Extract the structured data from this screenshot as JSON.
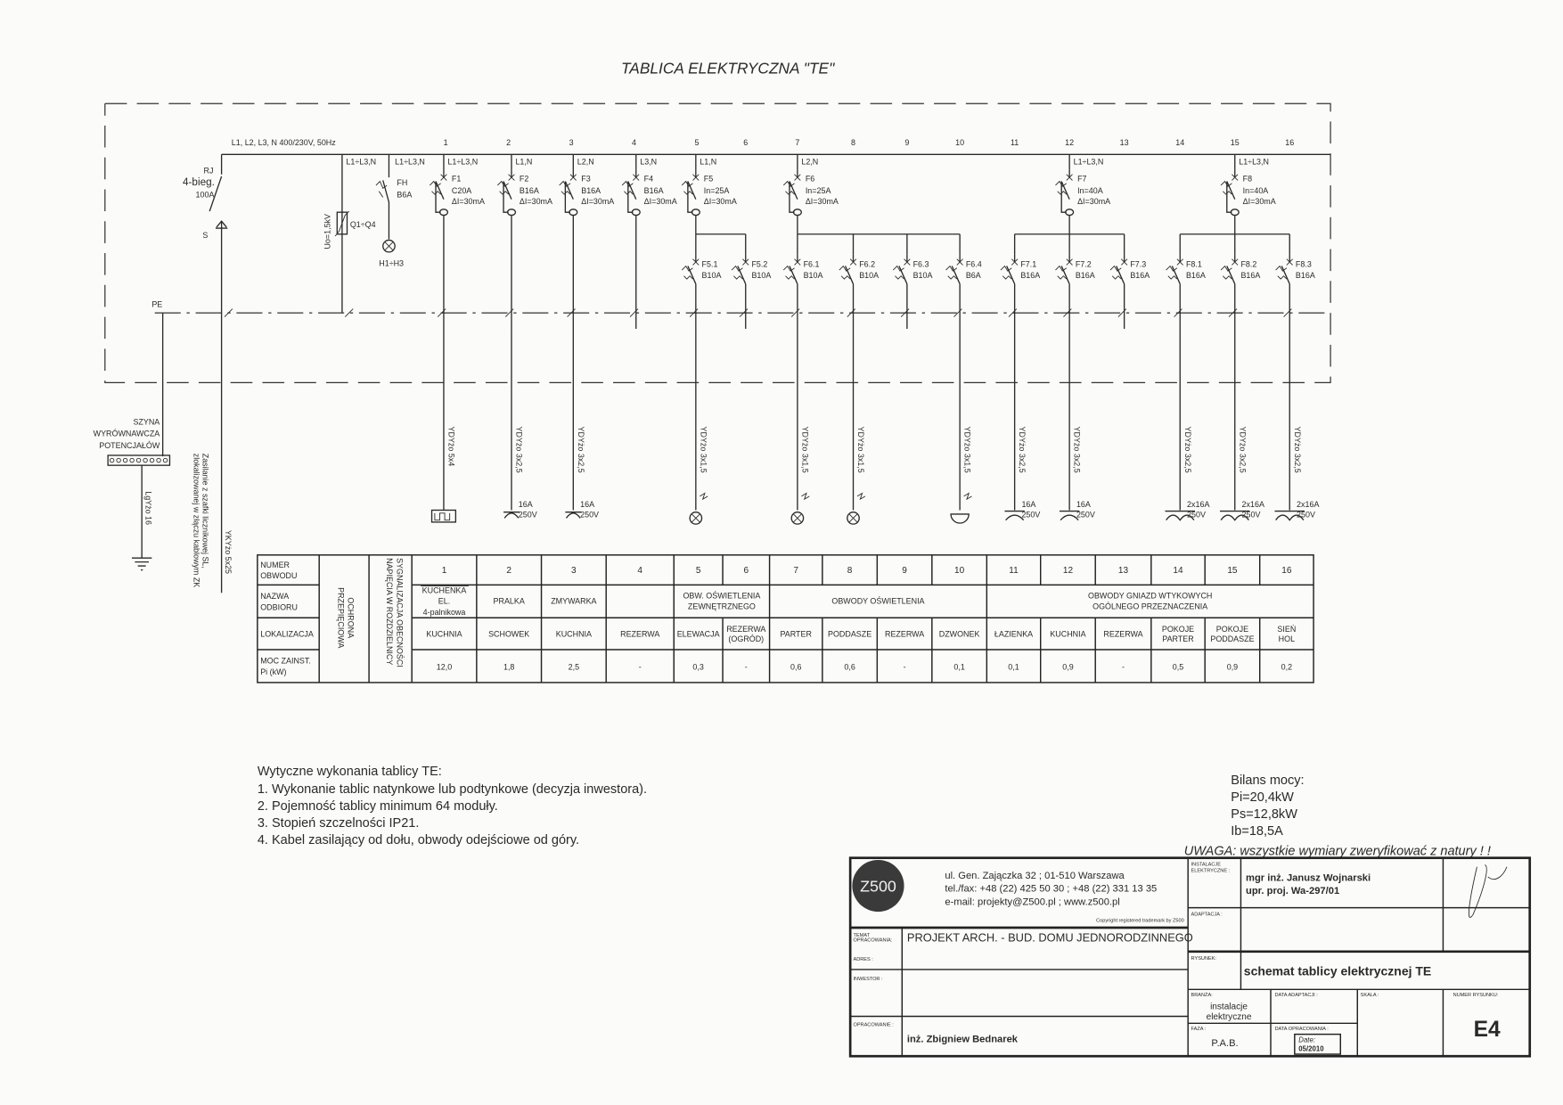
{
  "title": "TABLICA ELEKTRYCZNA \"TE\"",
  "supply_label": "L1, L2, L3, N  400/230V, 50Hz",
  "circuit_numbers": [
    "1",
    "2",
    "3",
    "4",
    "5",
    "6",
    "7",
    "8",
    "9",
    "10",
    "11",
    "12",
    "13",
    "14",
    "15",
    "16"
  ],
  "main_switch": {
    "id": "RJ",
    "type": "4-bieg.",
    "rating": "100A",
    "indicator": "S"
  },
  "surge": {
    "phase": "L1÷L3,N",
    "id": "Q1÷Q4",
    "voltage": "Uo=1,5kV"
  },
  "signal_fuse": {
    "phase": "L1÷L3,N",
    "id": "FH",
    "rating": "B6A",
    "lamps": "H1÷H3"
  },
  "main_breakers": [
    {
      "circuit": "1",
      "phase": "L1÷L3,N",
      "id": "F1",
      "rating": "C20A",
      "residual": "ΔI=30mA"
    },
    {
      "circuit": "2",
      "phase": "L1,N",
      "id": "F2",
      "rating": "B16A",
      "residual": "ΔI=30mA"
    },
    {
      "circuit": "3",
      "phase": "L2,N",
      "id": "F3",
      "rating": "B16A",
      "residual": "ΔI=30mA"
    },
    {
      "circuit": "4",
      "phase": "L3,N",
      "id": "F4",
      "rating": "B16A",
      "residual": "ΔI=30mA"
    },
    {
      "circuit": "5",
      "phase": "L1,N",
      "id": "F5",
      "rating": "In=25A",
      "residual": "ΔI=30mA"
    },
    {
      "circuit": "7",
      "phase": "L2,N",
      "id": "F6",
      "rating": "In=25A",
      "residual": "ΔI=30mA"
    },
    {
      "circuit": "12",
      "phase": "L1÷L3,N",
      "id": "F7",
      "rating": "In=40A",
      "residual": "ΔI=30mA"
    },
    {
      "circuit": "15",
      "phase": "L1÷L3,N",
      "id": "F8",
      "rating": "In=40A",
      "residual": "ΔI=30mA"
    }
  ],
  "sub_breakers": [
    {
      "circuit": "5",
      "id": "F5.1",
      "rating": "B10A"
    },
    {
      "circuit": "6",
      "id": "F5.2",
      "rating": "B10A"
    },
    {
      "circuit": "7",
      "id": "F6.1",
      "rating": "B10A"
    },
    {
      "circuit": "8",
      "id": "F6.2",
      "rating": "B10A"
    },
    {
      "circuit": "9",
      "id": "F6.3",
      "rating": "B10A"
    },
    {
      "circuit": "10",
      "id": "F6.4",
      "rating": "B6A"
    },
    {
      "circuit": "11",
      "id": "F7.1",
      "rating": "B16A"
    },
    {
      "circuit": "12",
      "id": "F7.2",
      "rating": "B16A"
    },
    {
      "circuit": "13",
      "id": "F7.3",
      "rating": "B16A"
    },
    {
      "circuit": "14",
      "id": "F8.1",
      "rating": "B16A"
    },
    {
      "circuit": "15",
      "id": "F8.2",
      "rating": "B16A"
    },
    {
      "circuit": "16",
      "id": "F8.3",
      "rating": "B16A"
    }
  ],
  "pe_label": "PE",
  "cables": [
    {
      "circuit": "1",
      "type": "YDYżo 5x4",
      "load": "cooker"
    },
    {
      "circuit": "2",
      "type": "YDYżo 3x2,5",
      "load": "socket",
      "l1": "16A",
      "l2": "250V"
    },
    {
      "circuit": "3",
      "type": "YDYżo 3x2,5",
      "load": "socket",
      "l1": "16A",
      "l2": "250V"
    },
    {
      "circuit": "5",
      "type": "YDYżo 3x1,5",
      "load": "lamp"
    },
    {
      "circuit": "7",
      "type": "YDYżo 3x1,5",
      "load": "lamp"
    },
    {
      "circuit": "8",
      "type": "YDYżo 3x1,5",
      "load": "lamp"
    },
    {
      "circuit": "10",
      "type": "YDYżo 3x1,5",
      "load": "bell"
    },
    {
      "circuit": "11",
      "type": "YDYżo 3x2,5",
      "load": "socket-plain",
      "l1": "16A",
      "l2": "250V"
    },
    {
      "circuit": "12",
      "type": "YDYżo 3x2,5",
      "load": "socket-plain",
      "l1": "16A",
      "l2": "250V"
    },
    {
      "circuit": "14",
      "type": "YDYżo 3x2,5",
      "load": "double-socket",
      "l1": "2x16A",
      "l2": "250V"
    },
    {
      "circuit": "15",
      "type": "YDYżo 3x2,5",
      "load": "double-socket",
      "l1": "2x16A",
      "l2": "250V"
    },
    {
      "circuit": "16",
      "type": "YDYżo 3x2,5",
      "load": "double-socket",
      "l1": "2x16A",
      "l2": "250V"
    }
  ],
  "busbar": {
    "line1": "SZYNA",
    "line2": "WYRÓWNAWCZA",
    "line3": "POTENCJAŁÓW",
    "cable": "LgYżo 16"
  },
  "supply": {
    "cable": "YKYżo 5x25",
    "note1": "Zasilanie z szafki licznikowej SL,",
    "note2": "zlokalizowanej w złączu kablowym ZK"
  },
  "table": {
    "row_labels": [
      [
        "NUMER",
        "OBWODU"
      ],
      [
        "NAZWA",
        "ODBIORU"
      ],
      [
        "LOKALIZACJA"
      ],
      [
        "MOC ZAINST.",
        "Pi (kW)"
      ]
    ],
    "col_ochrona": [
      "OCHRONA",
      "PRZEPIĘCIOWA"
    ],
    "col_sygnal": [
      "SYGNALIZACJA OBECNOŚCI",
      "NAPIĘCIA W ROZDZIELNICY"
    ],
    "numbers": [
      "1",
      "2",
      "3",
      "4",
      "5",
      "6",
      "7",
      "8",
      "9",
      "10",
      "11",
      "12",
      "13",
      "14",
      "15",
      "16"
    ],
    "names": [
      {
        "span": 1,
        "lines": [
          "KUCHENKA",
          "EL.",
          "4-palnikowa"
        ]
      },
      {
        "span": 1,
        "lines": [
          "PRALKA"
        ]
      },
      {
        "span": 1,
        "lines": [
          "ZMYWARKA"
        ]
      },
      {
        "span": 1,
        "lines": [
          ""
        ]
      },
      {
        "span": 2,
        "lines": [
          "OBW. OŚWIETLENIA",
          "ZEWNĘTRZNEGO"
        ]
      },
      {
        "span": 4,
        "lines": [
          "OBWODY OŚWIETLENIA"
        ]
      },
      {
        "span": 6,
        "lines": [
          "OBWODY GNIAZD WTYKOWYCH",
          "OGÓLNEGO PRZEZNACZENIA"
        ]
      }
    ],
    "locations": [
      [
        "KUCHNIA"
      ],
      [
        "SCHOWEK"
      ],
      [
        "KUCHNIA"
      ],
      [
        "REZERWA"
      ],
      [
        "ELEWACJA"
      ],
      [
        "REZERWA",
        "(OGRÓD)"
      ],
      [
        "PARTER"
      ],
      [
        "PODDASZE"
      ],
      [
        "REZERWA"
      ],
      [
        "DZWONEK"
      ],
      [
        "ŁAZIENKA"
      ],
      [
        "KUCHNIA"
      ],
      [
        "REZERWA"
      ],
      [
        "POKOJE",
        "PARTER"
      ],
      [
        "POKOJE",
        "PODDASZE"
      ],
      [
        "SIEŃ",
        "HOL"
      ]
    ],
    "power": [
      "12,0",
      "1,8",
      "2,5",
      "-",
      "0,3",
      "-",
      "0,6",
      "0,6",
      "-",
      "0,1",
      "0,1",
      "0,9",
      "-",
      "0,5",
      "0,9",
      "0,2"
    ]
  },
  "notes": {
    "heading": "Wytyczne wykonania tablicy TE:",
    "items": [
      "1. Wykonanie tablic natynkowe lub podtynkowe (decyzja inwestora).",
      "2. Pojemność tablicy minimum 64 moduły.",
      "3. Stopień szczelności IP21.",
      "4. Kabel zasilający od dołu, obwody odejściowe od góry."
    ]
  },
  "balance": {
    "heading": "Bilans mocy:",
    "pi": "Pi=20,4kW",
    "ps": "Ps=12,8kW",
    "ib": "Ib=18,5A"
  },
  "warning": "UWAGA: wszystkie wymiary zweryfikować z natury ! !",
  "title_block": {
    "logo": "Z500",
    "address": "ul. Gen. Zajączka 32 ;  01-510 Warszawa",
    "phone": "tel./fax: +48 (22) 425 50 30 ; +48 (22) 331 13 35",
    "email": "e-mail:  projekty@Z500.pl  ;  www.z500.pl",
    "copyright": "Copyright registered trademark by Z500",
    "temat_label": [
      "TEMAT",
      "OPRACOWANIA:"
    ],
    "temat": "PROJEKT ARCH. - BUD. DOMU JEDNORODZINNEGO",
    "adres_label": "ADRES :",
    "inwestor_label": "INWESTOR :",
    "opracowanie_label": "OPRACOWANIE :",
    "opracowanie": "inż. Zbigniew Bednarek",
    "instalacje_label": [
      "INSTALACJE",
      "ELEKTRYCZNE :"
    ],
    "designer": "mgr inż. Janusz Wojnarski",
    "license": "upr. proj. Wa-297/01",
    "adaptacja_label": "ADAPTACJA :",
    "rysunek_label": "RYSUNEK:",
    "rysunek": "schemat tablicy elektrycznej TE",
    "branza_label": "BRANŻA:",
    "branza": [
      "instalacje",
      "elektryczne"
    ],
    "data_adaptacji_label": "DATA ADAPTACJI :",
    "skala_label": "SKALA :",
    "numer_label": "NUMER RYSUNKU:",
    "numer": "E4",
    "faza_label": "FAZA :",
    "faza": "P.A.B.",
    "data_opr_label": "DATA OPRACOWANIA :",
    "date_label": "Date:",
    "date": "05/2010"
  }
}
